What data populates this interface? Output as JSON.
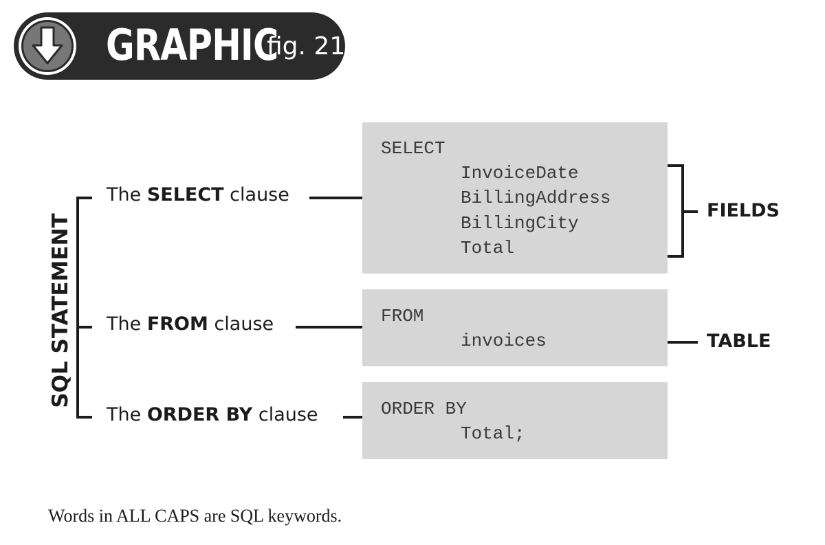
{
  "header": {
    "icon": "down-arrow-circle-icon",
    "title": "GRAPHIC",
    "figure": "fig. 21"
  },
  "side_label": "SQL STATEMENT",
  "clauses": [
    {
      "prefix": "The ",
      "keyword": "SELECT",
      "suffix": " clause"
    },
    {
      "prefix": "The ",
      "keyword": "FROM",
      "suffix": " clause"
    },
    {
      "prefix": "The ",
      "keyword": "ORDER BY",
      "suffix": " clause"
    }
  ],
  "code": {
    "select_keyword": "SELECT",
    "fields": [
      "InvoiceDate",
      "BillingAddress",
      "BillingCity",
      "Total"
    ],
    "from_keyword": "FROM",
    "table": "invoices",
    "order_keyword": "ORDER BY",
    "order_field": "Total;"
  },
  "labels": {
    "fields": "FIELDS",
    "table": "TABLE"
  },
  "caption": "Words in ALL CAPS are SQL keywords.",
  "colors": {
    "badge": "#2b2b2b",
    "code_box": "#d6d6d6",
    "icon_circle": "#777777",
    "text": "#1c1c1c"
  }
}
